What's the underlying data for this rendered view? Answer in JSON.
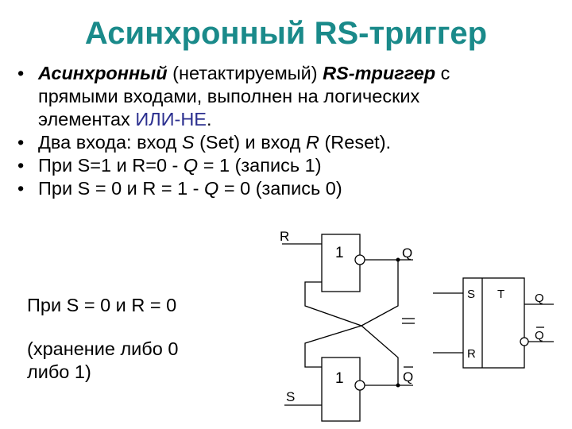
{
  "title": "Асинхронный RS-триггер",
  "bullets": [
    {
      "parts": [
        {
          "text": "Асинхронный",
          "style": "bold-italic"
        },
        {
          "text": " (нетактируемый) ",
          "style": "normal"
        },
        {
          "text": "RS-триггер",
          "style": "bold-italic"
        },
        {
          "text": " с прямыми входами, выполнен на логических элементах ",
          "style": "normal"
        },
        {
          "text": "ИЛИ-НЕ",
          "style": "blue"
        },
        {
          "text": ".",
          "style": "normal"
        }
      ],
      "line1": "Асинхронный",
      "line1b": " (нетактируемый) ",
      "line1c": "RS-триггер",
      "line1d": " с",
      "line2": "прямыми входами, выполнен на логических",
      "line3a": "элементах ",
      "line3b": "ИЛИ-НЕ",
      "line3c": "."
    },
    {
      "a": "Два входа: вход ",
      "b": "S",
      "c": " (Set) и вход ",
      "d": "R",
      "e": " (Reset)."
    },
    {
      "a": "При S=1 и R=0 - ",
      "b": "Q",
      "c": " = 1 (запись 1)"
    },
    {
      "a": "При S = 0 и R = 1 - ",
      "b": "Q",
      "c": " = 0 (запись 0)"
    }
  ],
  "bullet_symbol": "•",
  "side_note": {
    "line1": "При S = 0 и R = 0",
    "line2": "(хранение либо 0",
    "line3": "либо 1)"
  },
  "diagram": {
    "input_r": "R",
    "input_s": "S",
    "gate_top_label": "1",
    "gate_bottom_label": "1",
    "output_q": "Q",
    "output_qbar": "Q",
    "equals": "=",
    "block": {
      "in_s": "S",
      "in_r": "R",
      "type": "T",
      "out_q": "Q",
      "out_qbar": "Q"
    }
  }
}
